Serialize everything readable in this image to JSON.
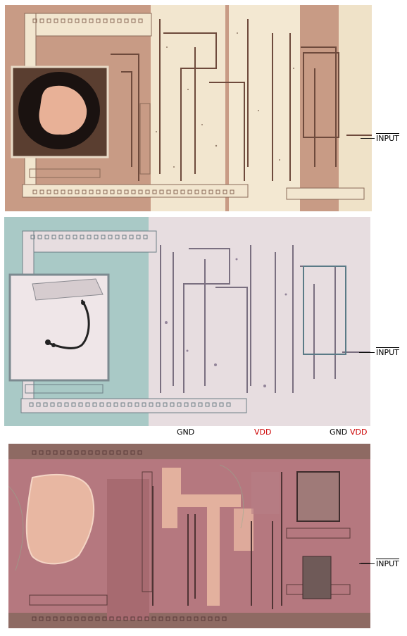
{
  "panels": [
    {
      "id": "metal",
      "pin_label": "INPUT"
    },
    {
      "id": "polarized",
      "pin_label": "INPUT"
    },
    {
      "id": "delayered",
      "pin_label": "INPUT"
    }
  ],
  "supply_labels": {
    "gnd_left": "GND",
    "vdd_center": "VDD",
    "gnd_right": "GND",
    "vdd_right": "VDD"
  },
  "colors": {
    "vdd": "#cc0000",
    "gnd": "#000000",
    "metal_panel_bg": "#c89b85",
    "metal_layer": "#f2e6cf",
    "polarized_bg": "#a9c9c6",
    "polarized_metal": "#e7dde0",
    "delayered_bg": "#b5787f",
    "delayered_metal": "#e8b7a2"
  }
}
